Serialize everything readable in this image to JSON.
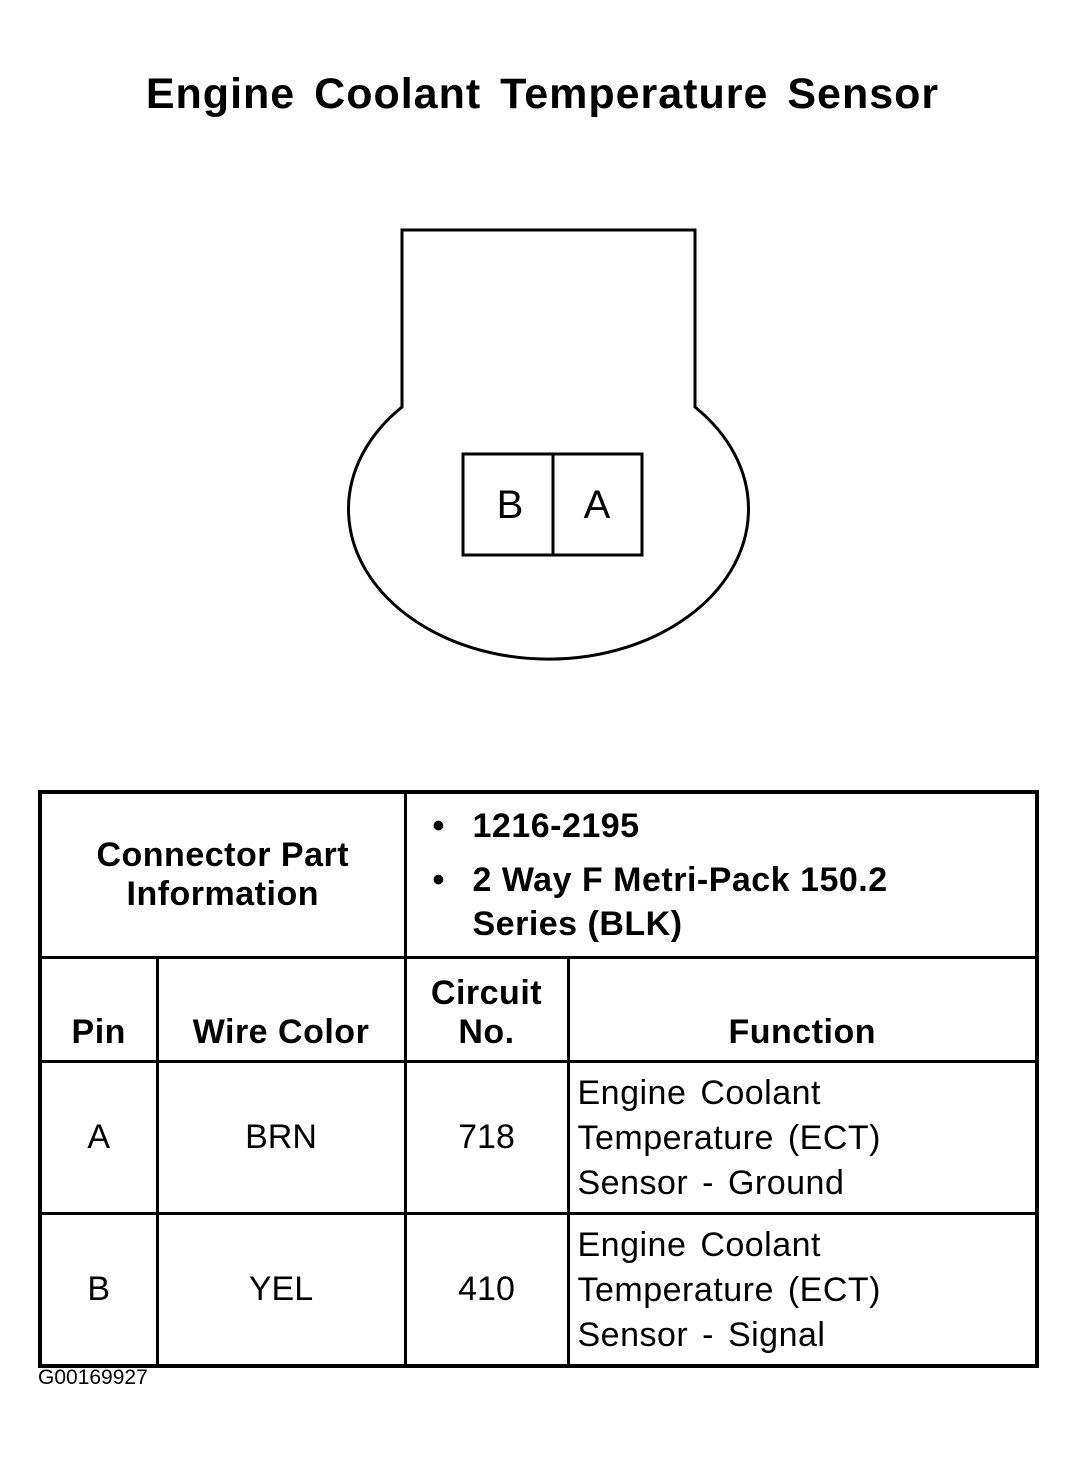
{
  "title": "Engine Coolant Temperature Sensor",
  "connector": {
    "cavities": [
      "B",
      "A"
    ]
  },
  "part_info": {
    "label_line1": "Connector Part",
    "label_line2": "Information",
    "bullet": "•",
    "items": [
      {
        "line1": "1216-2195",
        "line2": ""
      },
      {
        "line1": "2 Way F Metri-Pack 150.2",
        "line2": "Series (BLK)"
      }
    ]
  },
  "headers": {
    "pin": "Pin",
    "wire_color": "Wire Color",
    "circuit_line1": "Circuit",
    "circuit_line2": "No.",
    "function": "Function"
  },
  "rows": [
    {
      "pin": "A",
      "wire_color": "BRN",
      "circuit": "718",
      "function": [
        "Engine Coolant",
        "Temperature (ECT)",
        "Sensor - Ground"
      ]
    },
    {
      "pin": "B",
      "wire_color": "YEL",
      "circuit": "410",
      "function": [
        "Engine Coolant",
        "Temperature (ECT)",
        "Sensor - Signal"
      ]
    }
  ],
  "figure_id": "G00169927"
}
